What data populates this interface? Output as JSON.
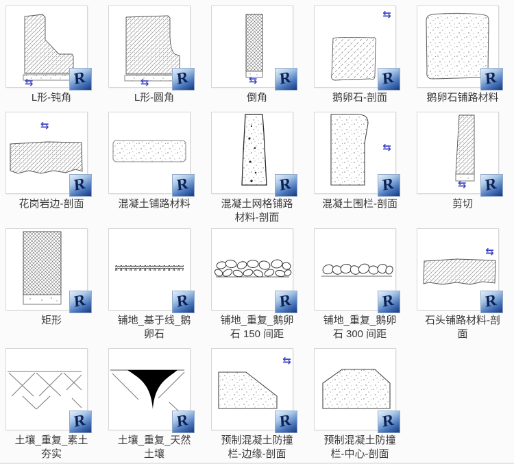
{
  "items": [
    {
      "label": "L形-钝角"
    },
    {
      "label": "L形-圆角"
    },
    {
      "label": "倒角"
    },
    {
      "label": "鹅卵石-剖面"
    },
    {
      "label": "鹅卵石铺路材料"
    },
    {
      "label": "花岗岩边-剖面"
    },
    {
      "label": "混凝土铺路材料"
    },
    {
      "label": "混凝土网格铺路材料-剖面"
    },
    {
      "label": "混凝土围栏-剖面"
    },
    {
      "label": "剪切"
    },
    {
      "label": "矩形"
    },
    {
      "label": "铺地_基于线_鹅卵石"
    },
    {
      "label": "铺地_重复_鹅卵石 150 间距"
    },
    {
      "label": "铺地_重复_鹅卵石 300 间距"
    },
    {
      "label": "石头铺路材料-剖面"
    },
    {
      "label": "土壤_重复_素土夯实"
    },
    {
      "label": "土壤_重复_天然土壤"
    },
    {
      "label": "预制混凝土防撞栏-边缘-剖面"
    },
    {
      "label": "预制混凝土防撞栏-中心-剖面"
    }
  ],
  "icons": {
    "flip_arrows": "⇆",
    "revit_letter": "R"
  },
  "colors": {
    "accent_blue": "#3f45c0",
    "badge_dark_blue": "#16377d",
    "label_text": "#3a3a3a",
    "thumbnail_border": "#d6d6d6",
    "background": "#fbfbfb"
  }
}
